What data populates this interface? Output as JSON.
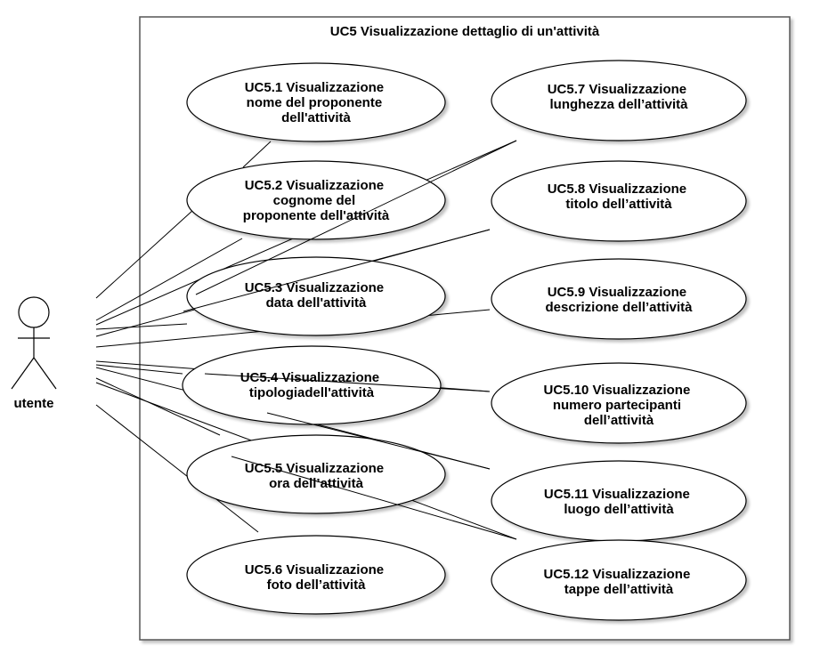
{
  "system": {
    "title": "UC5 Visualizzazione dettaglio di un'attività"
  },
  "actor": {
    "label": "utente"
  },
  "use_cases": [
    {
      "id": "uc5_1",
      "lines": [
        "UC5.1 Visualizzazione",
        "nome del proponente",
        "dell'attività"
      ]
    },
    {
      "id": "uc5_2",
      "lines": [
        "UC5.2 Visualizzazione",
        "cognome del",
        "proponente dell'attività"
      ]
    },
    {
      "id": "uc5_3",
      "lines": [
        "UC5.3 Visualizzazione",
        "data dell'attività"
      ]
    },
    {
      "id": "uc5_4",
      "lines": [
        "UC5.4 Visualizzazione",
        "tipologiadell'attività"
      ]
    },
    {
      "id": "uc5_5",
      "lines": [
        "UC5.5 Visualizzazione",
        "ora dell’attività"
      ]
    },
    {
      "id": "uc5_6",
      "lines": [
        "UC5.6 Visualizzazione",
        "foto dell’attività"
      ]
    },
    {
      "id": "uc5_7",
      "lines": [
        "UC5.7 Visualizzazione",
        "lunghezza dell’attività"
      ]
    },
    {
      "id": "uc5_8",
      "lines": [
        "UC5.8 Visualizzazione",
        "titolo dell’attività"
      ]
    },
    {
      "id": "uc5_9",
      "lines": [
        "UC5.9 Visualizzazione",
        "descrizione dell’attività"
      ]
    },
    {
      "id": "uc5_10",
      "lines": [
        "UC5.10 Visualizzazione",
        "numero partecipanti",
        "dell’attività"
      ]
    },
    {
      "id": "uc5_11",
      "lines": [
        "UC5.11 Visualizzazione",
        "luogo dell’attività"
      ]
    },
    {
      "id": "uc5_12",
      "lines": [
        "UC5.12 Visualizzazione",
        "tappe dell’attività"
      ]
    }
  ]
}
